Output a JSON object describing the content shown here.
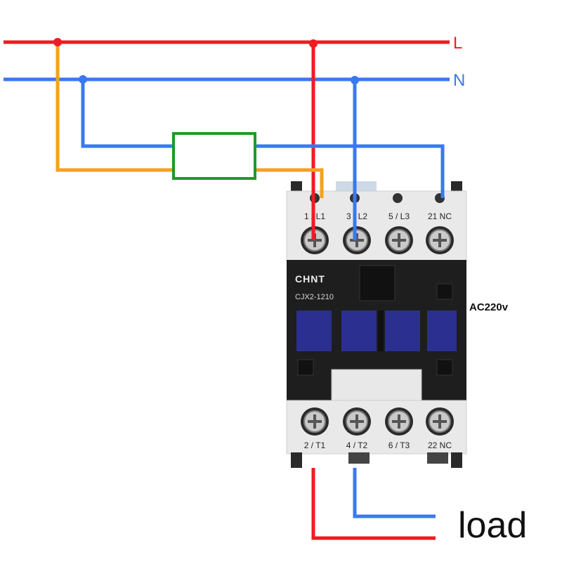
{
  "lines": {
    "live": {
      "label": "L",
      "color": "#ee1c24"
    },
    "neutral": {
      "label": "N",
      "color": "#3a78f0"
    }
  },
  "wires": {
    "control_color": "#f4a21c",
    "coil_color": "#1e9a2a"
  },
  "contactor": {
    "brand": "CHNT",
    "model": "CJX2-1210",
    "top_terminals": [
      "1 / L1",
      "3 / L2",
      "5 / L3",
      "21 NC"
    ],
    "bottom_terminals": [
      "2 / T1",
      "4 / T2",
      "6 / T3",
      "22 NC"
    ]
  },
  "coil_voltage": "AC220v",
  "load_label": "load"
}
